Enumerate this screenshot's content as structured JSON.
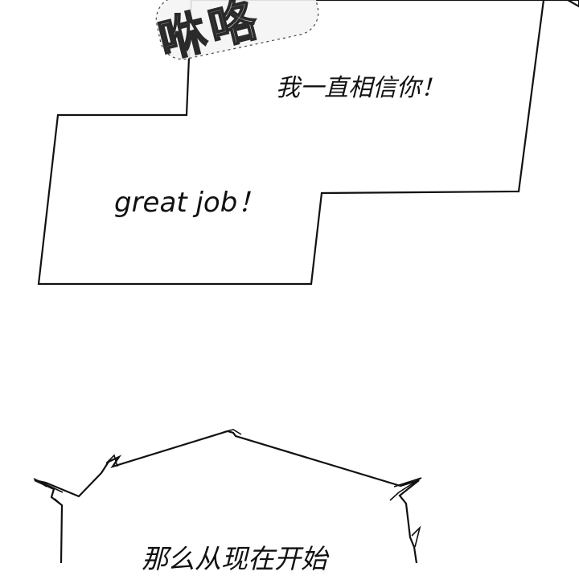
{
  "panel": {
    "sound_effect": "咻咯",
    "bubble_1": {
      "line_1": "我一直相信你！",
      "line_2": "great job！"
    },
    "bubble_2": {
      "text": "那么从现在开始"
    }
  },
  "colors": {
    "background": "#ffffff",
    "ink": "#111111",
    "sfx_fill": "#f3f3f3",
    "sfx_outline": "#2a2a2a"
  }
}
